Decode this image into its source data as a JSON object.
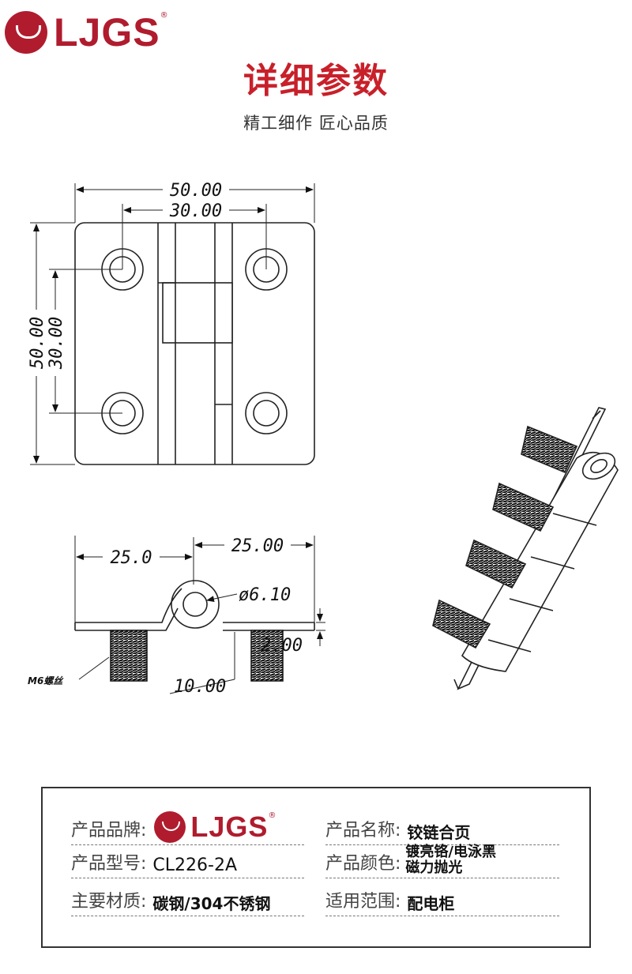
{
  "brand": {
    "name": "LJGS",
    "reg": "®"
  },
  "header": {
    "title": "详细参数",
    "subtitle": "精工细作 匠心品质"
  },
  "drawing": {
    "top_view": {
      "width_outer": "50.00",
      "width_holes": "30.00",
      "height_outer": "50.00",
      "height_holes": "30.00"
    },
    "side_view": {
      "left_half": "25.0",
      "right_half": "25.00",
      "pin_diameter": "ø6.10",
      "thickness": "2.00",
      "stud_offset": "10.00",
      "thread_note": "M6螺丝"
    }
  },
  "specs": {
    "brand_label": "产品品牌:",
    "name_label": "产品名称:",
    "name_value": "铰链合页",
    "model_label": "产品型号:",
    "model_value": "CL226-2A",
    "color_label": "产品颜色:",
    "color_value_1": "镀亮铬/电泳黑",
    "color_value_2": "磁力抛光",
    "material_label": "主要材质:",
    "material_value": "碳钢/304不锈钢",
    "usage_label": "适用范围:",
    "usage_value": "配电柜"
  },
  "colors": {
    "brand_red": "#b01c2e",
    "title_red": "#c8202a"
  }
}
